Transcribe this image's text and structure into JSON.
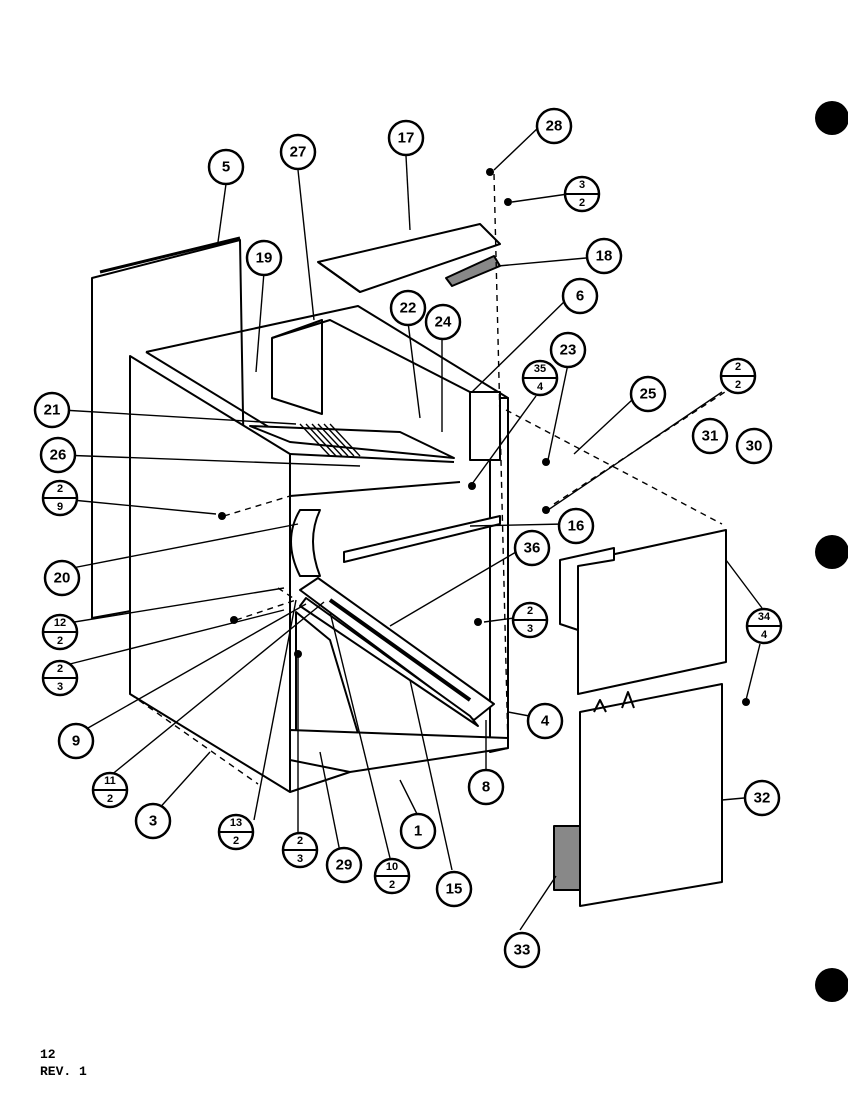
{
  "page": {
    "number": "12",
    "revision": "REV. 1"
  },
  "callouts": {
    "c1": "1",
    "c3": "3",
    "c4": "4",
    "c5": "5",
    "c6": "6",
    "c8": "8",
    "c9": "9",
    "c15": "15",
    "c16": "16",
    "c17": "17",
    "c18": "18",
    "c19": "19",
    "c20": "20",
    "c21": "21",
    "c22": "22",
    "c23": "23",
    "c24": "24",
    "c25": "25",
    "c26": "26",
    "c27": "27",
    "c28": "28",
    "c29": "29",
    "c30": "30",
    "c31": "31",
    "c32": "32",
    "c33": "33",
    "c36": "36"
  },
  "fraction_callouts": {
    "f_3_2": {
      "top": "3",
      "bottom": "2"
    },
    "f_35_4": {
      "top": "35",
      "bottom": "4"
    },
    "f_2_2": {
      "top": "2",
      "bottom": "2"
    },
    "f_2_9": {
      "top": "2",
      "bottom": "9"
    },
    "f_12_2": {
      "top": "12",
      "bottom": "2"
    },
    "f_2_3a": {
      "top": "2",
      "bottom": "3"
    },
    "f_2_3b": {
      "top": "2",
      "bottom": "3"
    },
    "f_34_4": {
      "top": "34",
      "bottom": "4"
    },
    "f_11_2": {
      "top": "11",
      "bottom": "2"
    },
    "f_13_2": {
      "top": "13",
      "bottom": "2"
    },
    "f_2_3c": {
      "top": "2",
      "bottom": "3"
    },
    "f_10_2": {
      "top": "10",
      "bottom": "2"
    }
  }
}
